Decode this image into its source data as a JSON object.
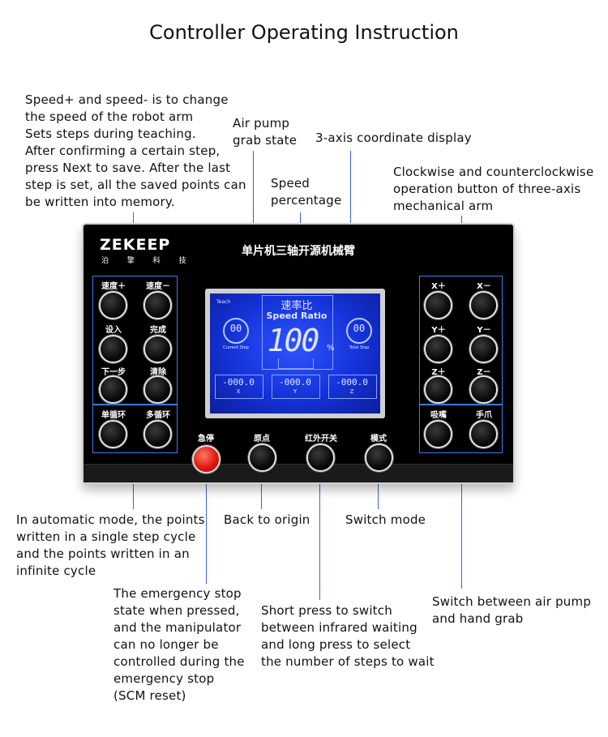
{
  "title": "Controller Operating Instruction",
  "notes": {
    "speed": "Speed+ and speed- is to change\nthe speed of the robot arm\nSets steps during teaching.\nAfter confirming a certain step,\npress Next to save. After the last\nstep is set, all the saved points can\nbe written into memory.",
    "air_pump_state": "Air pump\ngrab state",
    "speed_percentage": "Speed\npercentage",
    "axis_display": "3-axis coordinate display",
    "clockwise": "Clockwise and counterclockwise\noperation button of three-axis\nmechanical arm",
    "auto_mode": "In automatic mode, the points\nwritten in a single step cycle\nand the points written in an\ninfinite cycle",
    "origin": "Back to origin",
    "switch_mode": "Switch mode",
    "emergency": "The emergency stop\nstate when pressed,\nand the manipulator\ncan no longer be\ncontrolled during the\nemergency stop\n(SCM reset)",
    "infrared": "Short press to switch\nbetween infrared waiting\nand long press to select\nthe number of steps to wait",
    "pump_grab": "Switch between air pump\nand hand grab"
  },
  "panel": {
    "logo": "ZEKEEP",
    "logo_sub": "泊 擎 科 技",
    "title": "单片机三轴开源机械臂",
    "left_buttons": [
      "速度＋",
      "速度－",
      "设入",
      "完成",
      "下一步",
      "清除",
      "单循环",
      "多循环"
    ],
    "right_buttons": [
      "X＋",
      "X－",
      "Y＋",
      "Y－",
      "Z＋",
      "Z－",
      "吸嘴",
      "手爪"
    ],
    "bottom_buttons": [
      "急停",
      "原点",
      "红外开关",
      "模式"
    ]
  },
  "lcd": {
    "rate_cn": "速率比",
    "rate_en": "Speed Ratio",
    "value": "100",
    "unit": "%",
    "teach": "Teach",
    "left_num": "00",
    "left_cap": "Current Step",
    "right_num": "00",
    "right_cap": "Total Step",
    "x": "-000.0",
    "y": "-000.0",
    "z": "-000.0",
    "x_lbl": "X",
    "y_lbl": "Y",
    "z_lbl": "Z"
  },
  "colors": {
    "leader_line": "#3c5fd8",
    "group_border": "#3a7bf0",
    "lcd": "#1432d8",
    "stop_button": "#e01a10"
  }
}
